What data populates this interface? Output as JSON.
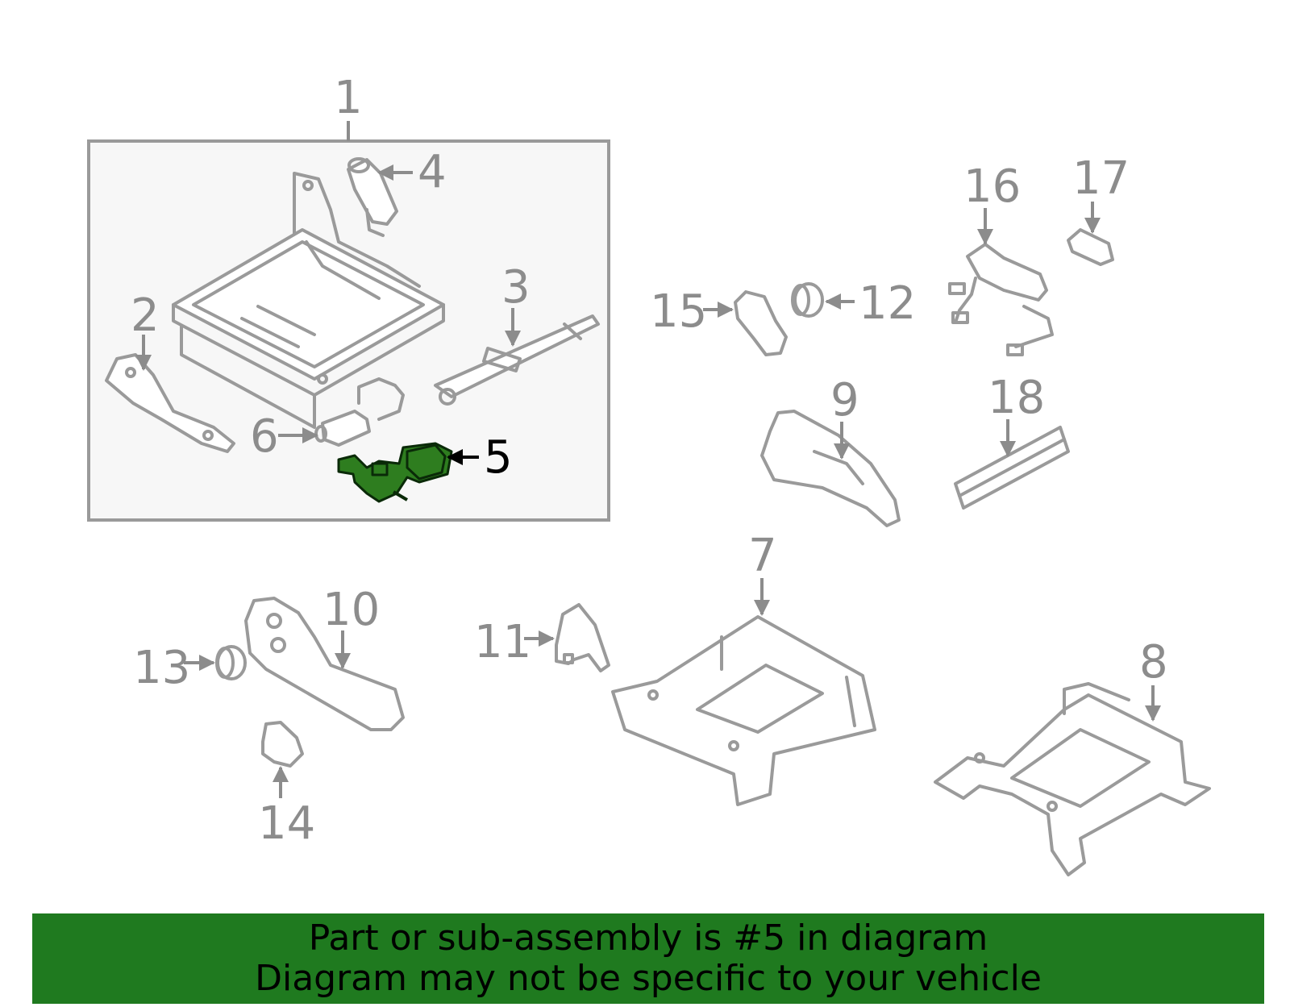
{
  "diagram": {
    "selected_part": "5",
    "colors": {
      "highlight": "#2e7d1f",
      "banner": "#1f7a1f",
      "callout": "#8c8c8c",
      "callout_active": "#000000",
      "box_fill": "#f7f7f7"
    },
    "callouts": {
      "c1": "1",
      "c2": "2",
      "c3": "3",
      "c4": "4",
      "c5": "5",
      "c6": "6",
      "c7": "7",
      "c8": "8",
      "c9": "9",
      "c10": "10",
      "c11": "11",
      "c12": "12",
      "c13": "13",
      "c14": "14",
      "c15": "15",
      "c16": "16",
      "c17": "17",
      "c18": "18"
    }
  },
  "banner": {
    "line1": "Part or sub-assembly is #5 in diagram",
    "line2": "Diagram may not be specific to your vehicle"
  }
}
